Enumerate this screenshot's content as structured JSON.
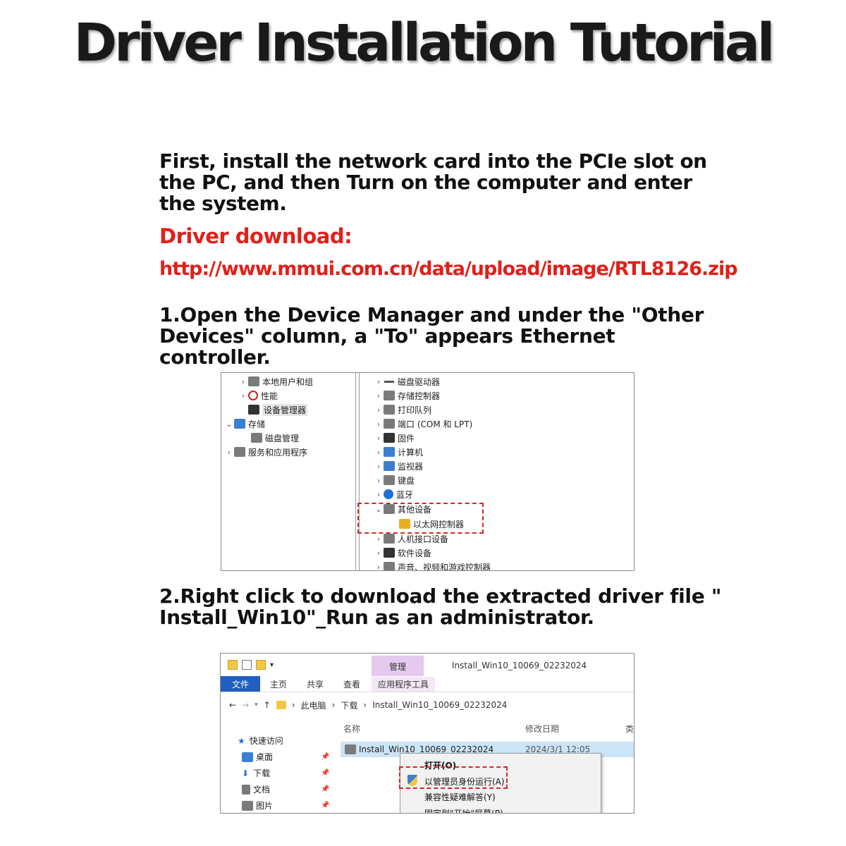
{
  "title": "Driver Installation Tutorial",
  "intro": "First, install the network card into the PCIe slot on the PC, and then Turn on the computer and enter the system.",
  "download": {
    "label": "Driver download:",
    "url": "http://www.mmui.com.cn/data/upload/image/RTL8126.zip"
  },
  "step1": "1.Open the Device Manager and under the \"Other Devices\" column, a \"To\" appears Ethernet controller.",
  "step2": "2.Right click to download the extracted driver file \" Install_Win10\"_Run as an administrator.",
  "device_manager": {
    "left_tree": [
      "本地用户和组",
      "性能",
      "设备管理器",
      "存储",
      "磁盘管理",
      "服务和应用程序"
    ],
    "right_tree": [
      "磁盘驱动器",
      "存储控制器",
      "打印队列",
      "端口 (COM 和 LPT)",
      "固件",
      "计算机",
      "监视器",
      "键盘",
      "蓝牙",
      "其他设备",
      "以太网控制器",
      "人机接口设备",
      "软件设备",
      "声音、视频和游戏控制器"
    ]
  },
  "explorer": {
    "window_title": "Install_Win10_10069_02232024",
    "manage_tab": "管理",
    "app_tools": "应用程序工具",
    "tabs": [
      "文件",
      "主页",
      "共享",
      "查看"
    ],
    "breadcrumb": [
      "此电脑",
      "下载",
      "Install_Win10_10069_02232024"
    ],
    "columns": {
      "name": "名称",
      "date": "修改日期",
      "more": "类"
    },
    "nav": [
      "快速访问",
      "桌面",
      "下载",
      "文档",
      "图片"
    ],
    "file_row": {
      "name": "Install_Win10_10069_02232024",
      "date": "2024/3/1 12:05"
    },
    "context_menu": [
      "打开(O)",
      "以管理员身份运行(A)",
      "兼容性疑难解答(Y)",
      "固定到\"开始\"屏幕(P)"
    ]
  },
  "colors": {
    "accent_red": "#e0201a",
    "ribbon_blue": "#1f5fbf",
    "manage_purple": "#e6c9ee"
  }
}
